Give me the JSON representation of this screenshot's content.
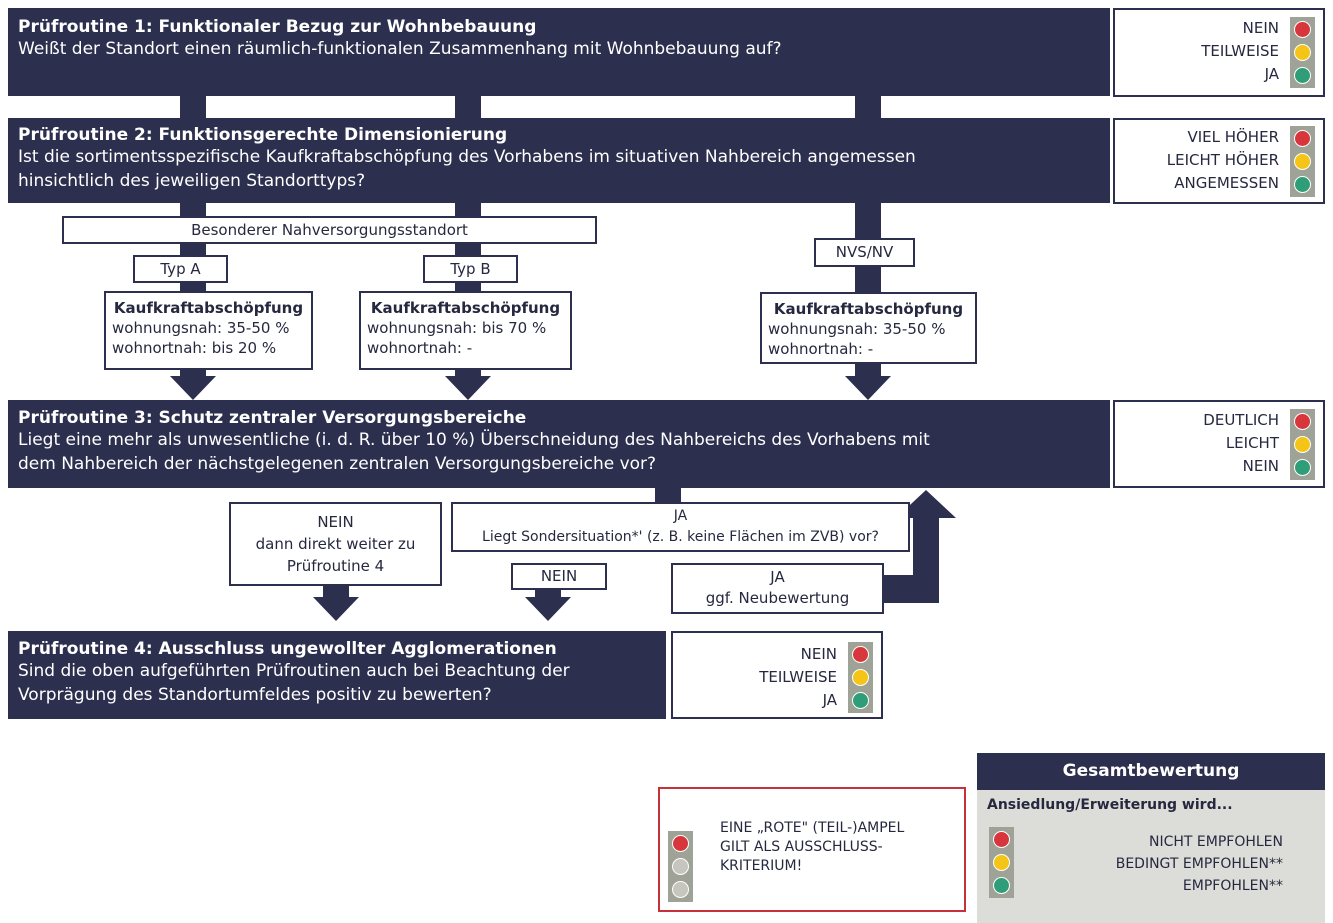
{
  "routine1": {
    "title": "Prüfroutine 1: Funktionaler Bezug zur Wohnbebauung",
    "question": "Weißt der Standort einen räumlich-funktionalen Zusammenhang mit Wohnbebauung auf?",
    "legend": [
      "NEIN",
      "TEILWEISE",
      "JA"
    ]
  },
  "routine2": {
    "title": "Prüfroutine 2: Funktionsgerechte Dimensionierung",
    "question1": "Ist die sortimentsspezifische Kaufkraftabschöpfung des Vorhabens im situativen Nahbereich angemessen",
    "question2": "hinsichtlich des jeweiligen Standorttyps?",
    "legend": [
      "VIEL HÖHER",
      "LEICHT HÖHER",
      "ANGEMESSEN"
    ]
  },
  "branches": {
    "special_site": "Besonderer Nahversorgungsstandort",
    "type_a": "Typ A",
    "type_b": "Typ B",
    "nvs": "NVS/NV",
    "boxes": [
      {
        "title": "Kaufkraftabschöpfung",
        "line1": "wohnungsnah: 35-50 %",
        "line2": "wohnortnah: bis 20 %"
      },
      {
        "title": "Kaufkraftabschöpfung",
        "line1": "wohnungsnah: bis 70 %",
        "line2": "wohnortnah: -"
      },
      {
        "title": "Kaufkraftabschöpfung",
        "line1": "wohnungsnah: 35-50 %",
        "line2": "wohnortnah: -"
      }
    ]
  },
  "routine3": {
    "title": "Prüfroutine 3: Schutz zentraler Versorgungsbereiche",
    "question1": "Liegt eine mehr als unwesentliche (i. d. R. über 10 %) Überschneidung des Nahbereichs des Vorhabens mit",
    "question2": "dem Nahbereich der nächstgelegenen zentralen Versorgungsbereiche vor?",
    "legend": [
      "DEUTLICH",
      "LEICHT",
      "NEIN"
    ],
    "no_box": [
      "NEIN",
      "dann direkt weiter zu",
      "Prüfroutine 4"
    ],
    "yes_box": [
      "JA",
      "Liegt Sondersituation*' (z. B. keine Flächen im ZVB) vor?"
    ],
    "sub_no": "NEIN",
    "sub_yes": [
      "JA",
      "ggf. Neubewertung"
    ]
  },
  "routine4": {
    "title": "Prüfroutine 4: Ausschluss ungewollter Agglomerationen",
    "question1": "Sind die oben aufgeführten Prüfroutinen auch bei Beachtung der",
    "question2": "Vorprägung des Standortumfeldes positiv zu bewerten?",
    "legend": [
      "NEIN",
      "TEILWEISE",
      "JA"
    ]
  },
  "note": [
    "EINE „ROTE\" (TEIL-)AMPEL",
    "GILT ALS AUSSCHLUSS-",
    "KRITERIUM!"
  ],
  "overall": {
    "title": "Gesamtbewertung",
    "subtitle": "Ansiedlung/Erweiterung wird...",
    "items": [
      "NICHT EMPFOHLEN",
      "BEDINGT EMPFOHLEN**",
      "EMPFOHLEN**"
    ]
  },
  "colors": {
    "dark": "#2c2f4e",
    "red": "#d7373c",
    "yellow": "#f4c417",
    "green": "#2f9e78",
    "grey": "#c6c6bf"
  }
}
